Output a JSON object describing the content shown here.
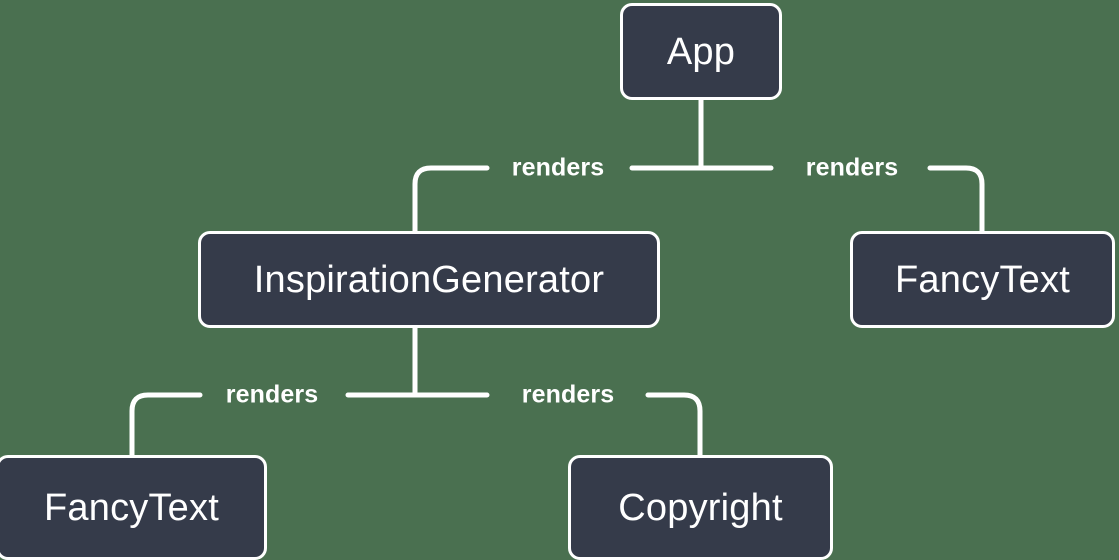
{
  "diagram": {
    "type": "component-tree",
    "background_color": "#4a7050",
    "node_fill_color": "#353b4a",
    "node_border_color": "#ffffff",
    "edge_color": "#ffffff",
    "nodes": [
      {
        "id": "app",
        "label": "App"
      },
      {
        "id": "inspiration",
        "label": "InspirationGenerator"
      },
      {
        "id": "fancytext_right",
        "label": "FancyText"
      },
      {
        "id": "fancytext_left",
        "label": "FancyText"
      },
      {
        "id": "copyright",
        "label": "Copyright"
      }
    ],
    "edges": [
      {
        "from": "app",
        "to": "inspiration",
        "label": "renders"
      },
      {
        "from": "app",
        "to": "fancytext_right",
        "label": "renders"
      },
      {
        "from": "inspiration",
        "to": "fancytext_left",
        "label": "renders"
      },
      {
        "from": "inspiration",
        "to": "copyright",
        "label": "renders"
      }
    ]
  }
}
